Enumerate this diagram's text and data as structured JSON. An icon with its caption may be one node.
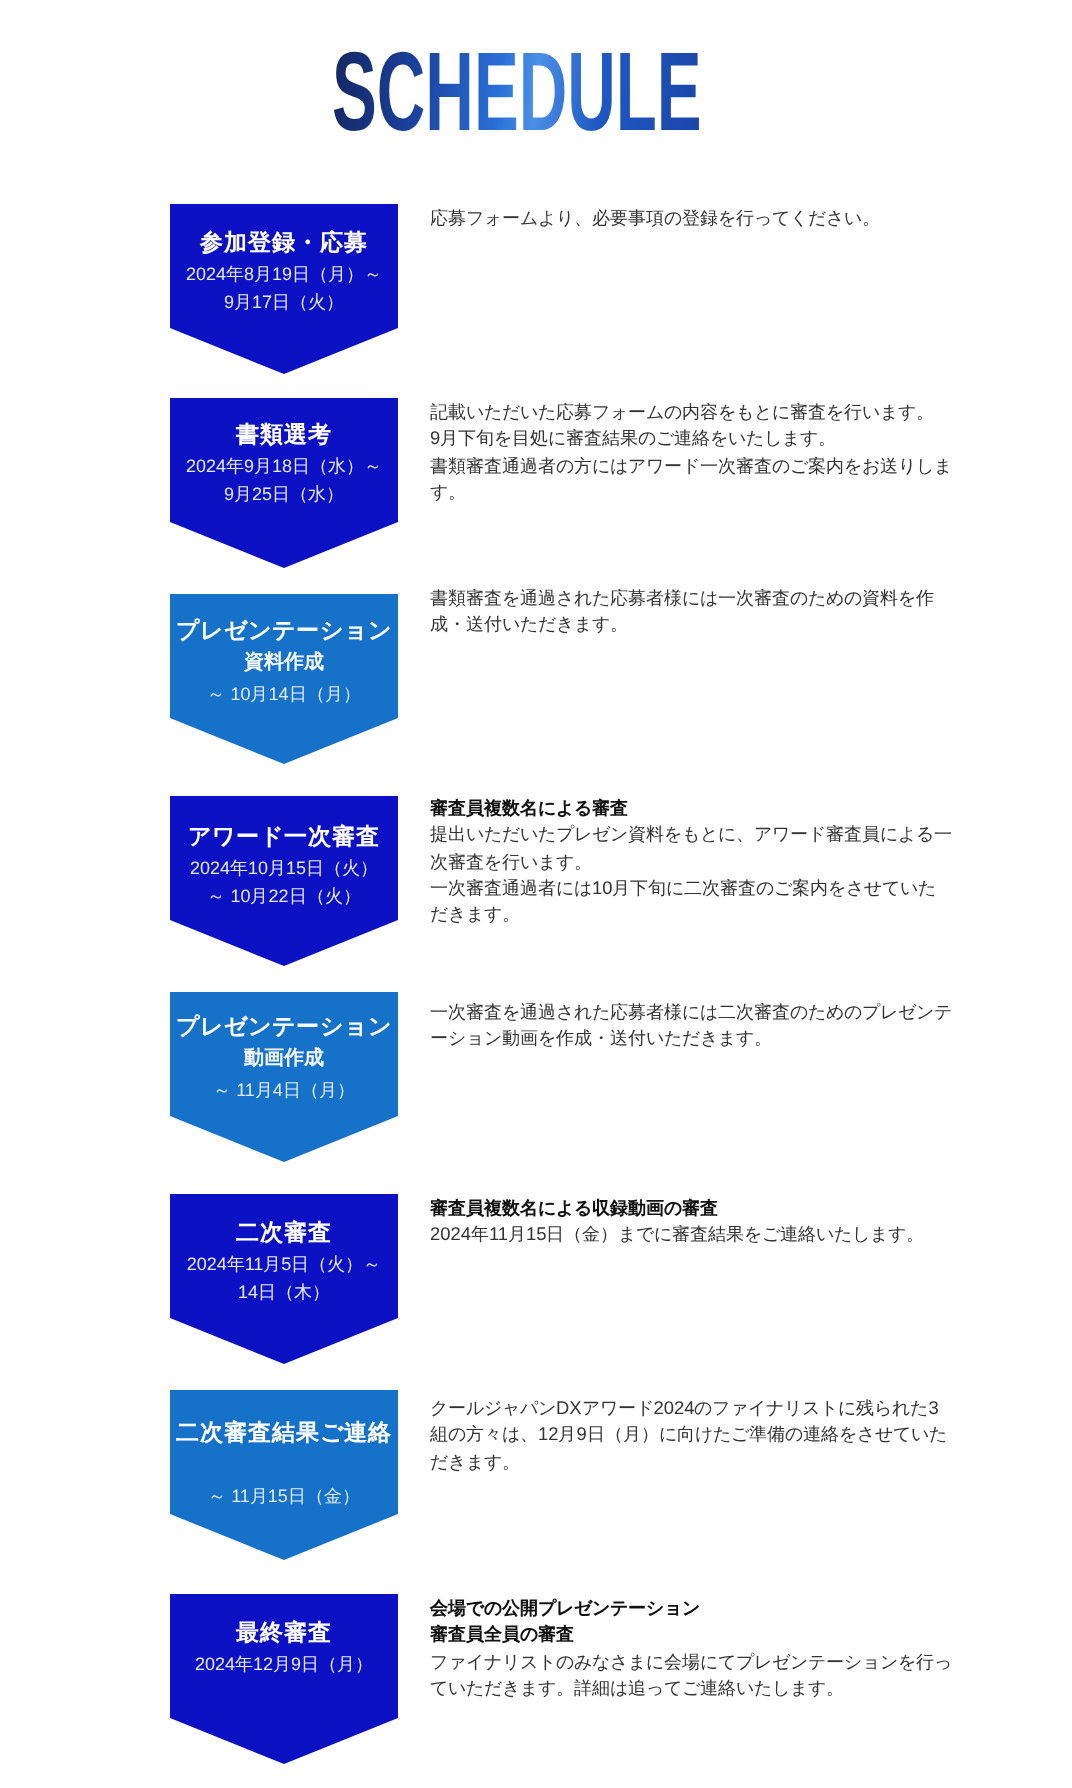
{
  "diagram": {
    "title": "SCHEDULE",
    "nodes": [
      {
        "text": [
          "参加登録・応募",
          "2024年8月19日（月）～9月17日（火）"
        ],
        "beside": [
          "応募フォームより、必要事項の登録を行ってください。"
        ]
      },
      {
        "text": [
          "書類選考",
          "2024年9月18日（水）～9月25日（水）"
        ],
        "beside": [
          "記載いただいた応募フォームの内容をもとに審査を行います。",
          "9月下旬を目処に審査結果のご連絡をいたします。",
          "書類審査通過者の方にはアワード一次審査のご案内をお送りします。"
        ]
      },
      {
        "text": [
          "プレゼンテーション",
          "資料作成",
          "～ 10月14日（月）"
        ],
        "beside": [
          "書類審査を通過された応募者様には一次審査のための資料を作成・送付いただきます。"
        ]
      },
      {
        "text": [
          "アワード一次審査",
          "2024年10月15日（火）～ 10月22日（火）"
        ],
        "beside": [
          "審査員複数名による審査",
          "提出いただいたプレゼン資料をもとに、アワード審査員による一次審査を行います。",
          "一次審査通過者には10月下旬に二次審査のご案内をさせていただきます。"
        ]
      },
      {
        "text": [
          "プレゼンテーション",
          "動画作成",
          "～ 11月4日（月）"
        ],
        "beside": [
          "一次審査を通過された応募者様には二次審査のためのプレゼンテーション動画を作成・送付いただきます。"
        ]
      },
      {
        "text": [
          "二次審査",
          "2024年11月5日（火）～14日（木）"
        ],
        "beside": [
          "審査員複数名による収録動画の審査",
          "2024年11月15日（金）までに審査結果をご連絡いたします。"
        ]
      },
      {
        "text": [
          "二次審査結果ご連絡",
          "～ 11月15日（金）"
        ],
        "beside": [
          "クールジャパンDXアワード2024のファイナリストに残られた3組の方々は、12月9日（月）に向けたご準備の連絡をさせていただきます。"
        ]
      },
      {
        "text": [
          "最終審査",
          "2024年12月9日（月）"
        ],
        "beside": [
          "会場での公開プレゼンテーション",
          "審査員全員の審査",
          "ファイナリストのみなさまに会場にてプレゼンテーションを行っていただきます。詳細は追ってご連絡いたします。"
        ]
      }
    ]
  }
}
